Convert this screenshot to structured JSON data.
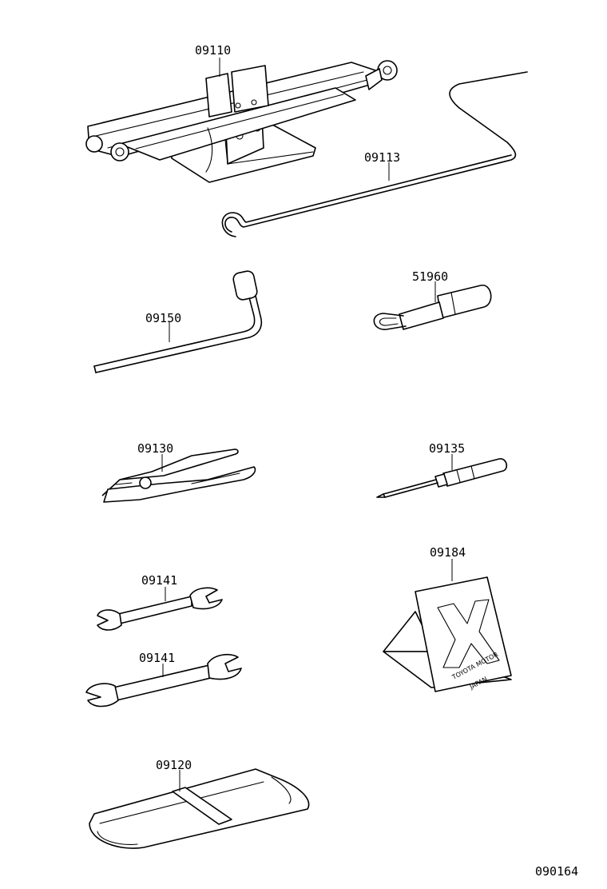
{
  "parts": [
    {
      "id": "jack",
      "part_no": "09110"
    },
    {
      "id": "jack-handle",
      "part_no": "09113"
    },
    {
      "id": "wheel-nut-wrench",
      "part_no": "09150"
    },
    {
      "id": "towing-eye",
      "part_no": "51960"
    },
    {
      "id": "pliers",
      "part_no": "09130"
    },
    {
      "id": "screwdriver",
      "part_no": "09135"
    },
    {
      "id": "warning-triangle",
      "part_no": "09184"
    },
    {
      "id": "wrench-small",
      "part_no": "09141"
    },
    {
      "id": "wrench-large",
      "part_no": "09141"
    },
    {
      "id": "tool-bag",
      "part_no": "09120"
    }
  ],
  "triangle_marking": {
    "line1": "TOYOTA MOTOR",
    "line2": "JAPAN"
  },
  "figure_code": "090164"
}
